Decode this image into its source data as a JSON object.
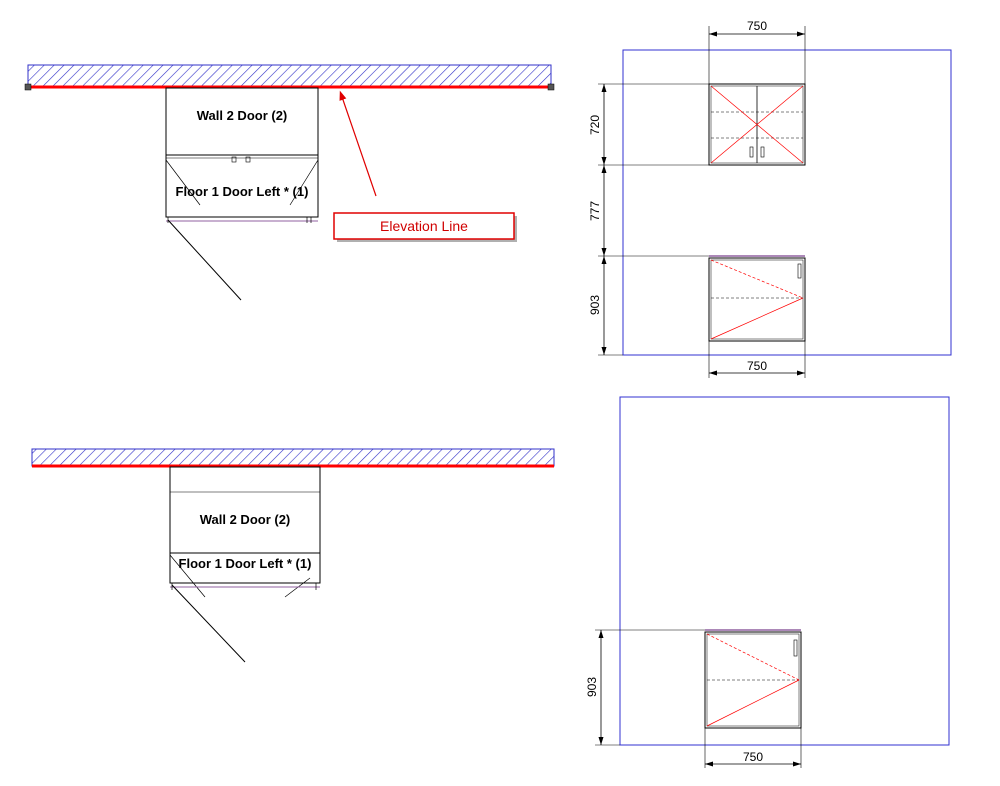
{
  "colors": {
    "wall_hatch": "#3030c8",
    "elevation_line": "#ff0000",
    "room_outline": "#3030d0",
    "cabinet": "#000000",
    "red_cross": "#ff0000",
    "callout": "#e00000"
  },
  "top_plan": {
    "wall_cabinet_label": "Wall 2 Door (2)",
    "floor_cabinet_label": "Floor 1 Door Left * (1)"
  },
  "callout": {
    "label": "Elevation Line"
  },
  "top_elevation": {
    "dim_width_top": "750",
    "dim_wall_height": "720",
    "dim_gap": "777",
    "dim_floor_height": "903",
    "dim_width_bottom": "750"
  },
  "bottom_plan": {
    "wall_cabinet_label": "Wall 2 Door (2)",
    "floor_cabinet_label": "Floor 1 Door Left * (1)"
  },
  "bottom_elevation": {
    "dim_floor_height": "903",
    "dim_width_bottom": "750"
  }
}
